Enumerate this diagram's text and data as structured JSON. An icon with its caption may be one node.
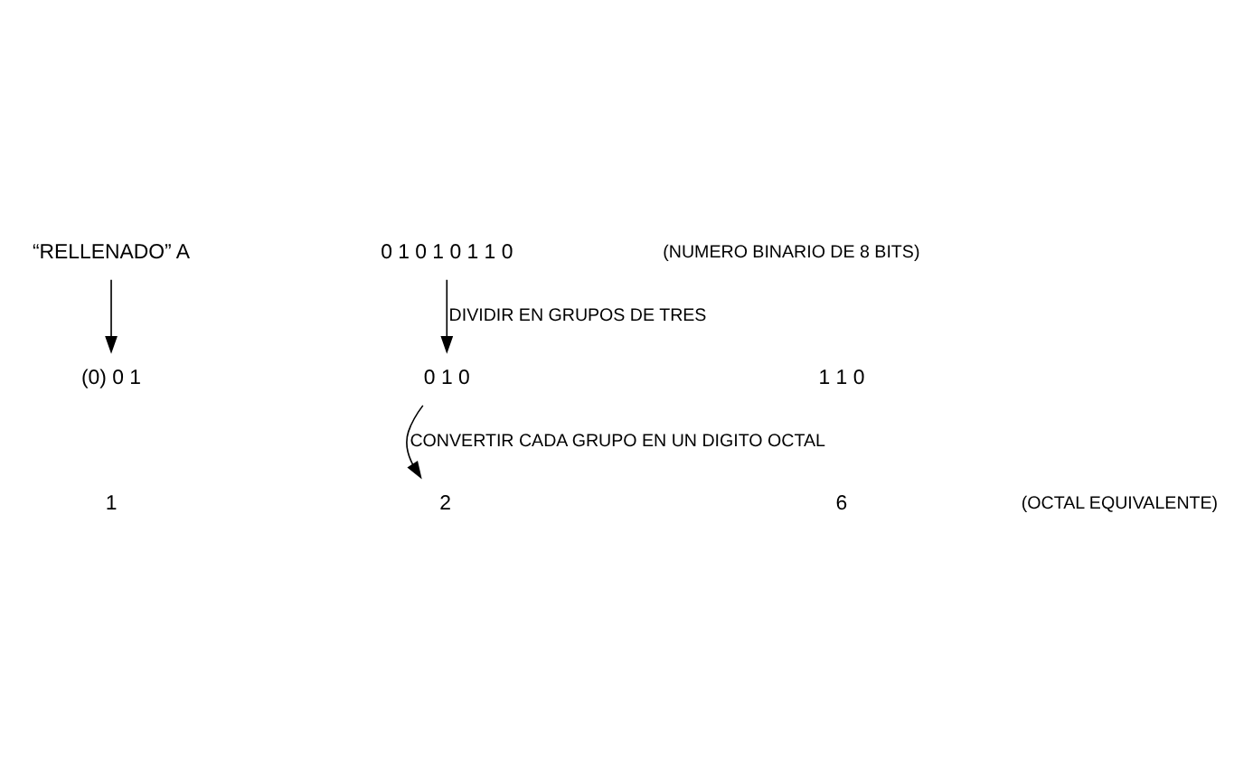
{
  "diagram": {
    "nodes": [
      {
        "text": [
          "0 1 0 1 0 1 1 0"
        ]
      },
      {
        "text": [
          "“RELLENADO” A"
        ]
      },
      {
        "text": [
          "(0) 0 1"
        ]
      },
      {
        "text": [
          "0 1 0"
        ]
      },
      {
        "text": [
          "1 1 0"
        ]
      },
      {
        "text": [
          "1"
        ]
      },
      {
        "text": [
          "2"
        ]
      },
      {
        "text": [
          "6"
        ]
      }
    ],
    "edges": [
      {
        "from": 0,
        "to": 3,
        "arrow": "to",
        "label": "DIVIDIR EN GRUPOS DE TRES"
      },
      {
        "from": 1,
        "to": 2,
        "arrow": "to"
      },
      {
        "from": 3,
        "to": 6,
        "arrow": "to",
        "label": "CONVERTIR CADA GRUPO EN UN DIGITO OCTAL"
      }
    ],
    "labels": [
      "(NUMERO BINARIO DE 8 BITS)",
      "(OCTAL EQUIVALENTE)"
    ]
  }
}
